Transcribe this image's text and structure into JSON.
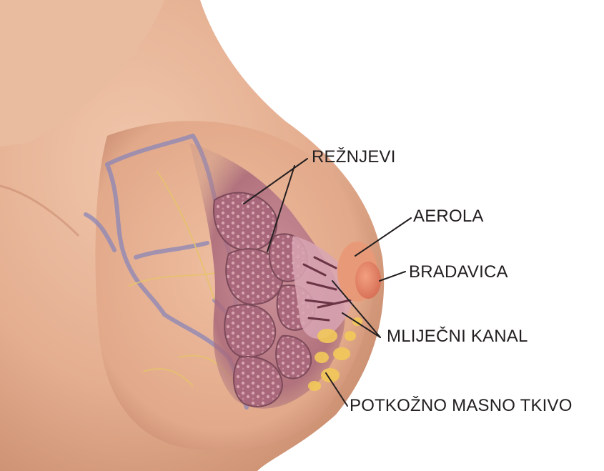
{
  "labels": {
    "lobes": "REŽNJEVI",
    "areola": "AEROLA",
    "nipple": "BRADAVICA",
    "milk_duct": "MLIJEČNI KANAL",
    "fat_tissue": "POTKOŽNO MASNO TKIVO"
  },
  "colors": {
    "background": "#ffffff",
    "skin": "#e8b79a",
    "skin_shadow": "#c98c6e",
    "lobe_tissue": "#a8677a",
    "lobe_highlight": "#d9a4b0",
    "vein": "#8a86b8",
    "fat": "#f3c95a",
    "nipple": "#e07a5f",
    "leader_line": "#231f20",
    "label_text": "#231f20"
  }
}
